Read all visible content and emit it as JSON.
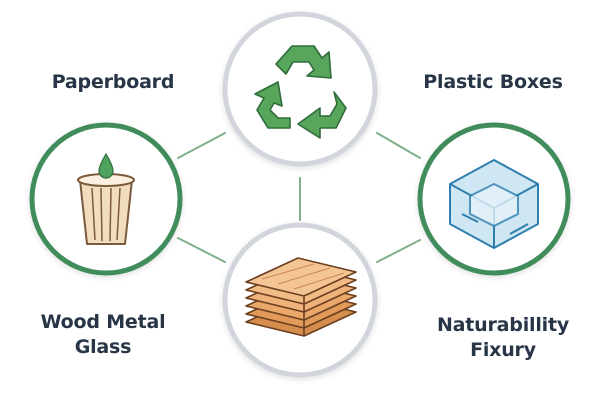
{
  "labels": {
    "top_left": "Paperboard",
    "top_right": "Plastic Boxes",
    "bottom_left_line1": "Wood Metal",
    "bottom_left_line2": "Glass",
    "bottom_right_line1": "Naturabillity",
    "bottom_right_line2": "Fixury"
  },
  "nodes": [
    {
      "id": "center-recycle",
      "icon": "recycle-icon",
      "ring": "gray"
    },
    {
      "id": "left-cup",
      "icon": "paper-cup-icon",
      "ring": "green"
    },
    {
      "id": "right-cube",
      "icon": "plastic-cube-icon",
      "ring": "green"
    },
    {
      "id": "bottom-wood",
      "icon": "wood-stack-icon",
      "ring": "gray"
    }
  ],
  "colors": {
    "text": "#283546",
    "ring_gray": "#d2d6dc",
    "ring_green": "#3f8c5a",
    "connector": "#7fb08a",
    "recycle_green": "#57a65c",
    "cup_fill": "#f2dcc0",
    "cup_stroke": "#7a5a3a",
    "drop_green": "#4fa35e",
    "cube_fill": "#cfe6f3",
    "cube_stroke": "#2f7fae",
    "wood_fill": "#e9a86a",
    "wood_stroke": "#6b3f1f"
  }
}
